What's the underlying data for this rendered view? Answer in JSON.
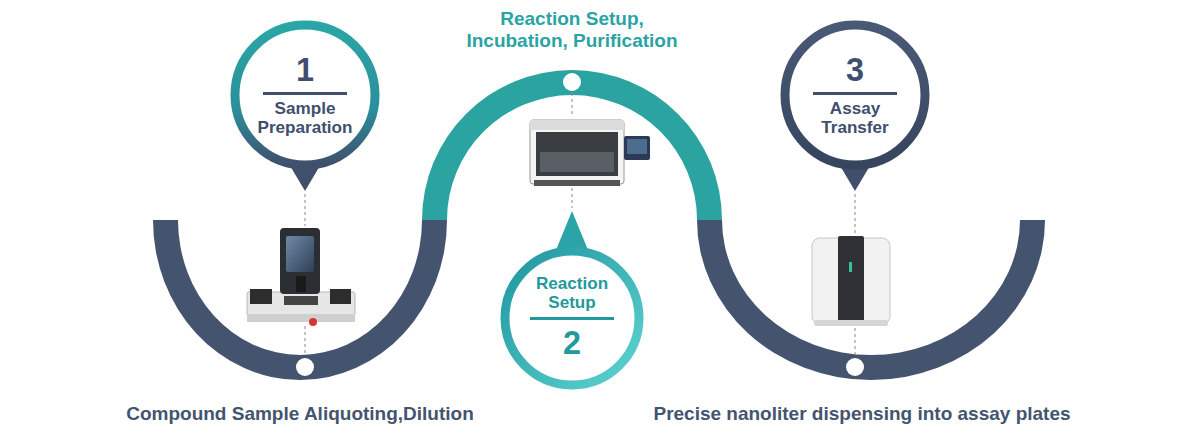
{
  "diagram": {
    "nodes": [
      {
        "text": [
          "1",
          "Sample Preparation"
        ]
      },
      {
        "text": [
          "Reaction Setup",
          "2"
        ]
      },
      {
        "text": [
          "3",
          "Assay Transfer"
        ]
      }
    ],
    "labels": [
      "Reaction Setup, Incubation, Purification",
      "Compound Sample Aliquoting,Dilution",
      "Precise nanoliter dispensing into assay plates"
    ]
  }
}
